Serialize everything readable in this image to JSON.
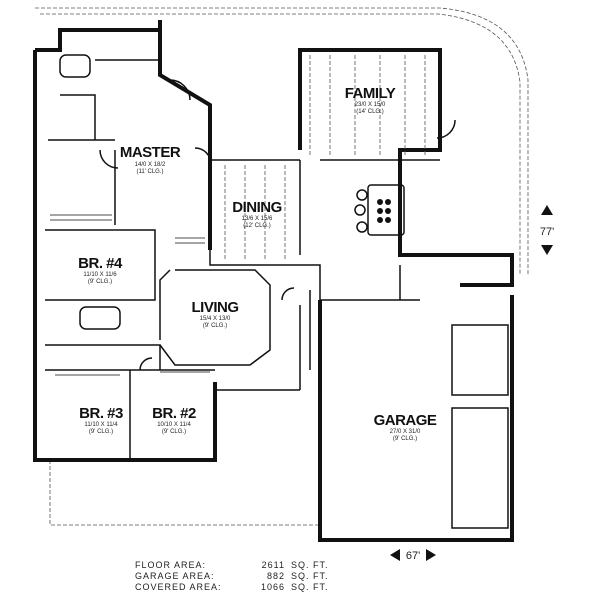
{
  "rooms": {
    "master": {
      "name": "MASTER",
      "size": "14/0 X 18/2",
      "ceiling": "(11' CLG.)"
    },
    "family": {
      "name": "FAMILY",
      "size": "23/0 X 15/0",
      "ceiling": "(14' CLG.)"
    },
    "dining": {
      "name": "DINING",
      "size": "13/6 X 15/6",
      "ceiling": "(12' CLG.)"
    },
    "br4": {
      "name": "BR. #4",
      "size": "11/10 X 11/6",
      "ceiling": "(9' CLG.)"
    },
    "living": {
      "name": "LIVING",
      "size": "15/4 X 13/0",
      "ceiling": "(9' CLG.)"
    },
    "br3": {
      "name": "BR. #3",
      "size": "11/10 X 11/4",
      "ceiling": "(9' CLG.)"
    },
    "br2": {
      "name": "BR. #2",
      "size": "10/10 X 11/4",
      "ceiling": "(9' CLG.)"
    },
    "garage": {
      "name": "GARAGE",
      "size": "27/0 X 31/0",
      "ceiling": "(9' CLG.)"
    }
  },
  "overall": {
    "depth": "77'",
    "width": "67'"
  },
  "areas": [
    {
      "label": "FLOOR AREA:",
      "value": "2611",
      "unit": "SQ. FT."
    },
    {
      "label": "GARAGE AREA:",
      "value": "882",
      "unit": "SQ. FT."
    },
    {
      "label": "COVERED AREA:",
      "value": "1066",
      "unit": "SQ. FT."
    }
  ]
}
